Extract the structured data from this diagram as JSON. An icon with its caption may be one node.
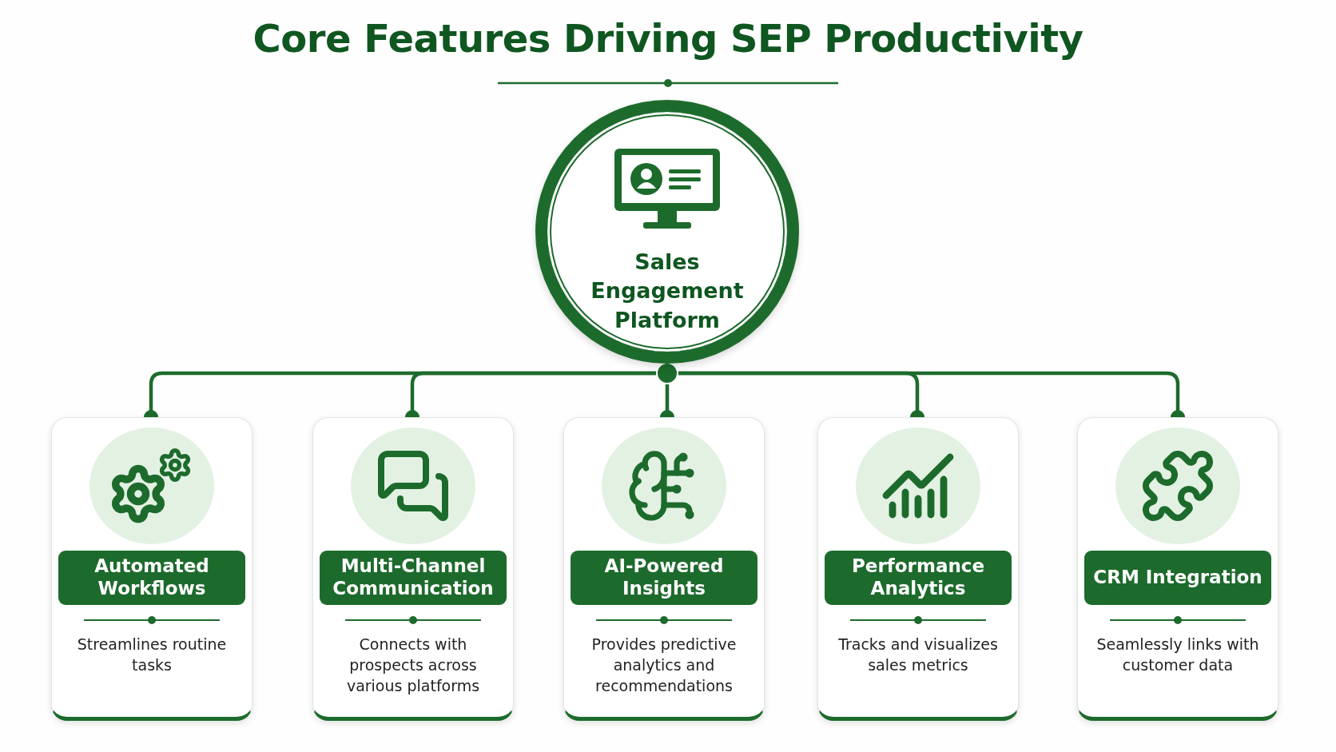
{
  "diagram": {
    "title": "Core Features Driving SEP Productivity",
    "nodes": [
      {
        "text": [
          "Sales Engagement Platform"
        ]
      },
      {
        "text": [
          "Automated Workflows",
          "Streamlines routine tasks"
        ]
      },
      {
        "text": [
          "Multi-Channel Communication",
          "Connects with prospects across various platforms"
        ]
      },
      {
        "text": [
          "AI-Powered Insights",
          "Provides predictive analytics and recommendations"
        ]
      },
      {
        "text": [
          "Performance Analytics",
          "Tracks and visualizes sales metrics"
        ]
      },
      {
        "text": [
          "CRM Integration",
          "Seamlessly links with customer data"
        ]
      }
    ],
    "edges": [
      {
        "from": 0,
        "to": 1,
        "arrow": "other"
      },
      {
        "from": 0,
        "to": 2,
        "arrow": "other"
      },
      {
        "from": 0,
        "to": 3,
        "arrow": "other"
      },
      {
        "from": 0,
        "to": 4,
        "arrow": "other"
      },
      {
        "from": 0,
        "to": 5,
        "arrow": "other"
      }
    ]
  }
}
